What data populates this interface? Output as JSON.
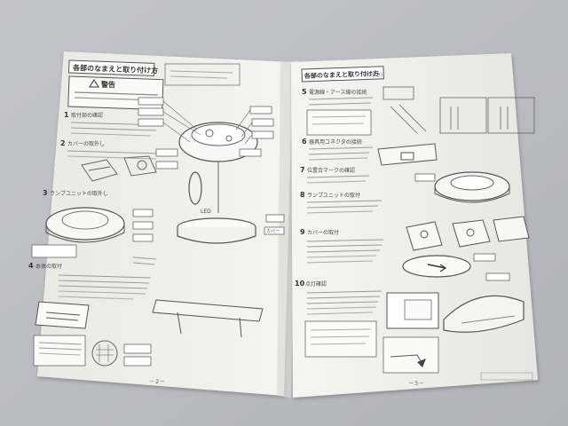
{
  "photo": {
    "background_color": "#bdbec3",
    "paper_color": "#f1f1ee",
    "ink_color": "#555555"
  },
  "left_page": {
    "section_title": "各部のなまえと取り付け方",
    "warning_label": "警告",
    "steps": [
      {
        "number": "1",
        "title": "取付部の確認"
      },
      {
        "number": "2",
        "title": "カバーの取外し"
      },
      {
        "number": "3",
        "title": "ランプユニットの取外し"
      },
      {
        "number": "4",
        "title": "本体の取付"
      }
    ],
    "labels": {
      "led": "LED",
      "cover": "カバー"
    },
    "page_number": "－２－"
  },
  "right_page": {
    "section_title": "各部のなまえと取り付け方",
    "section_title_suffix": "(つづき)",
    "steps": [
      {
        "number": "5",
        "title": "電源線・アース線の接続"
      },
      {
        "number": "6",
        "title": "器具用コネクタの接続"
      },
      {
        "number": "7",
        "title": "位置合マークの確認"
      },
      {
        "number": "8",
        "title": "ランプユニットの取付"
      },
      {
        "number": "9",
        "title": "カバーの取付"
      },
      {
        "number": "10",
        "title": "点灯確認"
      }
    ],
    "page_number": "－３－"
  }
}
